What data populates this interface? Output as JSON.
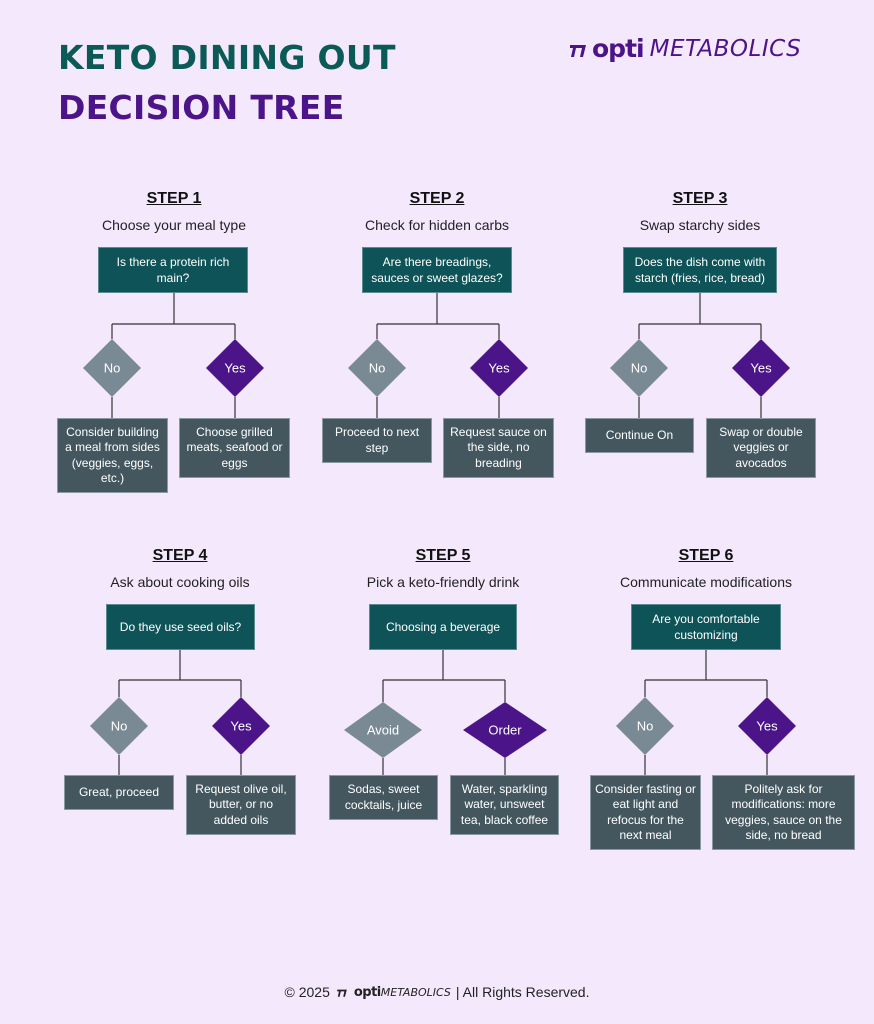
{
  "header": {
    "title_line1": "KETO DINING OUT",
    "title_line2": "DECISION TREE"
  },
  "brand": {
    "opti": "opti",
    "metabolics": "METABOLICS"
  },
  "colors": {
    "background": "#f4e8fd",
    "teal": "#0d5358",
    "purple": "#4b1488",
    "no_diamond": "#7a8a94",
    "outcome": "#44575f"
  },
  "steps": [
    {
      "heading": "STEP 1",
      "subtitle": "Choose your meal type",
      "question": "Is there a protein rich main?",
      "no_label": "No",
      "yes_label": "Yes",
      "no_outcome": "Consider building a meal from sides (veggies, eggs, etc.)",
      "yes_outcome": "Choose grilled meats, seafood or eggs"
    },
    {
      "heading": "STEP 2",
      "subtitle": "Check for hidden carbs",
      "question": "Are there breadings, sauces or sweet glazes?",
      "no_label": "No",
      "yes_label": "Yes",
      "no_outcome": "Proceed to next step",
      "yes_outcome": "Request sauce on the side, no breading"
    },
    {
      "heading": "STEP 3",
      "subtitle": "Swap starchy sides",
      "question": "Does the dish come with starch (fries, rice, bread)",
      "no_label": "No",
      "yes_label": "Yes",
      "no_outcome": "Continue On",
      "yes_outcome": "Swap or double veggies or avocados"
    },
    {
      "heading": "STEP 4",
      "subtitle": "Ask about cooking oils",
      "question": "Do they use seed oils?",
      "no_label": "No",
      "yes_label": "Yes",
      "no_outcome": "Great, proceed",
      "yes_outcome": "Request olive oil, butter, or no added oils"
    },
    {
      "heading": "STEP 5",
      "subtitle": "Pick a keto-friendly drink",
      "question": "Choosing a beverage",
      "no_label": "Avoid",
      "yes_label": "Order",
      "no_outcome": "Sodas, sweet cocktails, juice",
      "yes_outcome": "Water, sparkling water, unsweet tea, black coffee"
    },
    {
      "heading": "STEP 6",
      "subtitle": "Communicate modifications",
      "question": "Are you comfortable customizing",
      "no_label": "No",
      "yes_label": "Yes",
      "no_outcome": "Consider fasting or eat light and refocus for the next meal",
      "yes_outcome": "Politely ask for modifications: more veggies, sauce on the side, no bread"
    }
  ],
  "footer": {
    "copyright": "© 2025",
    "rights": "| All Rights Reserved."
  }
}
